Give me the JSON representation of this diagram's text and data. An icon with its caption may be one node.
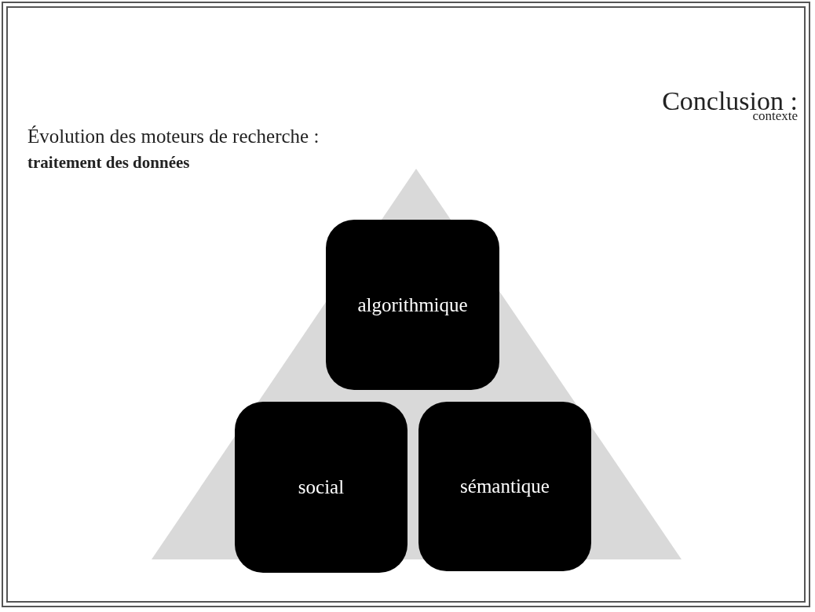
{
  "diagram": {
    "title": "Conclusion :",
    "nodes": [
      {
        "text": [
          "algorithmique"
        ]
      },
      {
        "text": [
          "social"
        ]
      },
      {
        "text": [
          "sémantique"
        ]
      }
    ],
    "labels": [
      "contexte",
      "Évolution des moteurs de recherche :",
      "traitement des données"
    ]
  }
}
